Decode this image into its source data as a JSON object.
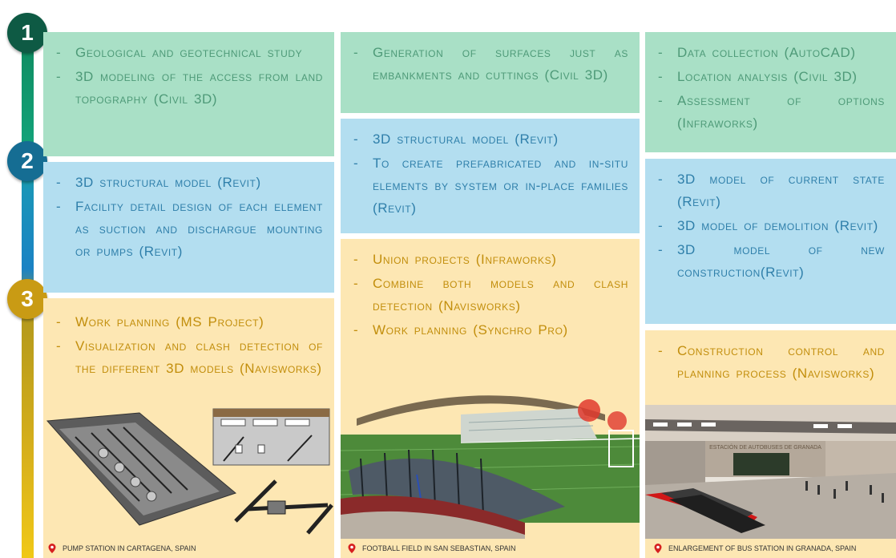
{
  "steps": [
    {
      "number": "1",
      "color": "#0e5a44"
    },
    {
      "number": "2",
      "color": "#156d93"
    },
    {
      "number": "3",
      "color": "#c99b14"
    }
  ],
  "columns": [
    {
      "boxes": [
        {
          "items": [
            "Geological and geotechnical study",
            "3D modeling of the access from land topography (Civil 3D)"
          ]
        },
        {
          "items": [
            "3D structural model (Revit)",
            "Facility detail design of each element as suction and dischargue mounting or pumps (Revit)"
          ]
        },
        {
          "items": [
            "Work planning (MS Project)",
            "Visualization and clash detection of the different 3D models (Navisworks)"
          ]
        }
      ],
      "caption": "PUMP STATION IN CARTAGENA, SPAIN"
    },
    {
      "boxes": [
        {
          "items": [
            "Generation of surfaces just as embankments and cuttings (Civil 3D)"
          ]
        },
        {
          "items": [
            "3D structural model (Revit)",
            "To create prefabricated and in-situ elements by system or in-place families (Revit)"
          ]
        },
        {
          "items": [
            "Union projects (Infraworks)",
            "Combine both models and clash detection (Navisworks)",
            "Work planning (Synchro Pro)"
          ]
        }
      ],
      "caption": "FOOTBALL FIELD IN SAN SEBASTIAN, SPAIN"
    },
    {
      "boxes": [
        {
          "items": [
            "Data collection (AutoCAD)",
            "Location analysis (Civil 3D)",
            "Assessment of options (Infraworks)"
          ]
        },
        {
          "items": [
            "3D model of current state (Revit)",
            "3D model of demolition (Revit)",
            "3D model of new construction(Revit)"
          ]
        },
        {
          "items": [
            "Construction control and planning process (Navisworks)"
          ]
        }
      ],
      "caption": "ENLARGEMENT OF BUS STATION IN GRANADA, SPAIN",
      "sign": "ESTACIÓN DE AUTOBUSES DE GRANADA"
    }
  ]
}
